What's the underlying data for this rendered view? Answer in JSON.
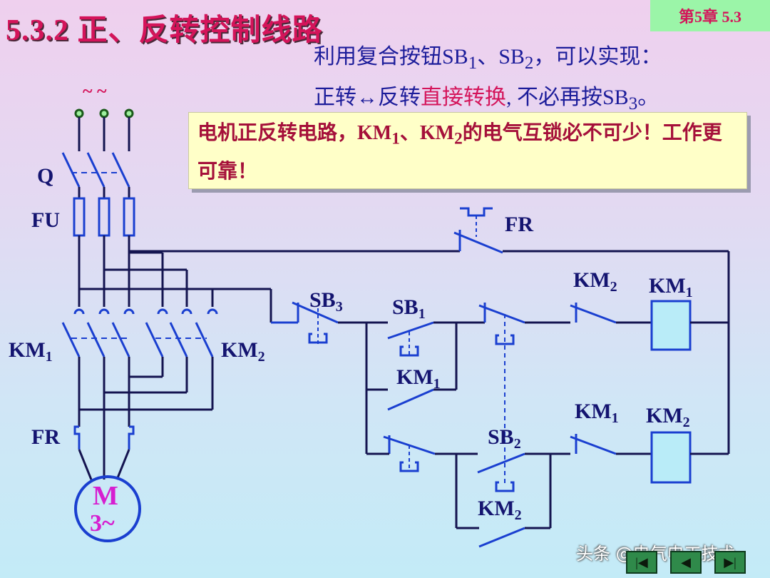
{
  "header": {
    "title": "5.3.2 正、反转控制线路",
    "chapter": "第5章 5.3"
  },
  "description": {
    "line1": [
      "利用复合按钮SB",
      "1",
      "、SB",
      "2",
      "，可以实现："
    ],
    "line2": [
      "正转",
      "↔",
      "反转",
      "直接转换",
      ", 不必再按SB",
      "3",
      "。"
    ]
  },
  "note": {
    "text": [
      "电机正反转电路，KM",
      "1",
      "、KM",
      "2",
      "的电气互锁必不可少！工作更可靠！"
    ]
  },
  "labels": {
    "supply": "~ ~",
    "switch": "Q",
    "fuse": "FU",
    "km1_main": "KM",
    "km1_main_sub": "1",
    "km2_main": "KM",
    "km2_main_sub": "2",
    "fr_main": "FR",
    "motor_m": "M",
    "motor_3": "3~",
    "fr_ctrl": "FR",
    "sb3": "SB",
    "sb3_sub": "3",
    "sb1": "SB",
    "sb1_sub": "1",
    "km1_hold": "KM",
    "km1_hold_sub": "1",
    "km2_interlock": "KM",
    "km2_interlock_sub": "2",
    "km1_coil": "KM",
    "km1_coil_sub": "1",
    "km1_interlock": "KM",
    "km1_interlock_sub": "1",
    "km2_coil": "KM",
    "km2_coil_sub": "2",
    "sb2": "SB",
    "sb2_sub": "2",
    "km2_hold": "KM",
    "km2_hold_sub": "2"
  },
  "watermark": "头条 @电气电工技术",
  "nav": {
    "prev": "|◀",
    "back": "◀",
    "next": "▶|"
  },
  "colors": {
    "wire": "#141450",
    "contact": "#1a3fd0",
    "title": "#d4145a",
    "coil_fill": "#b9ecf8",
    "motor": "#d61fd0"
  }
}
